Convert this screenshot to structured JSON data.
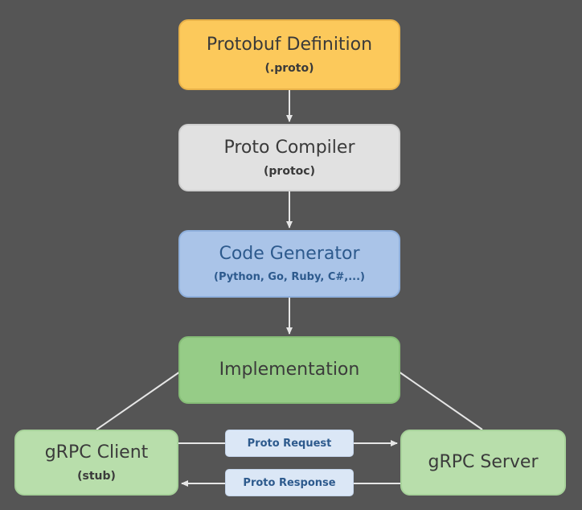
{
  "diagram": {
    "nodes": {
      "proto_definition": {
        "title": "Protobuf Definition",
        "subtitle": "(.proto)",
        "fill": "#fcc95b"
      },
      "proto_compiler": {
        "title": "Proto Compiler",
        "subtitle": "(protoc)",
        "fill": "#e1e1e1"
      },
      "code_generator": {
        "title": "Code Generator",
        "subtitle": "(Python, Go, Ruby, C#,...)",
        "fill": "#aac4e8"
      },
      "implementation": {
        "title": "Implementation",
        "fill": "#96cc87"
      },
      "grpc_client": {
        "title": "gRPC Client",
        "subtitle": "(stub)",
        "fill": "#b8deab"
      },
      "grpc_server": {
        "title": "gRPC Server",
        "fill": "#b8deab"
      }
    },
    "messages": {
      "request": "Proto Request",
      "response": "Proto Response"
    },
    "edges": [
      {
        "from": "proto_definition",
        "to": "proto_compiler",
        "arrow": true
      },
      {
        "from": "proto_compiler",
        "to": "code_generator",
        "arrow": true
      },
      {
        "from": "code_generator",
        "to": "implementation",
        "arrow": true
      },
      {
        "from": "implementation",
        "to": "grpc_client",
        "arrow": false
      },
      {
        "from": "implementation",
        "to": "grpc_server",
        "arrow": false
      },
      {
        "from": "grpc_client",
        "to": "grpc_server",
        "label": "Proto Request",
        "arrow": true
      },
      {
        "from": "grpc_server",
        "to": "grpc_client",
        "label": "Proto Response",
        "arrow": true
      }
    ],
    "colors": {
      "background": "#555555",
      "connector": "#e6e6e6",
      "message_fill": "#dbe7f6",
      "message_text": "#2d5a8d"
    }
  }
}
